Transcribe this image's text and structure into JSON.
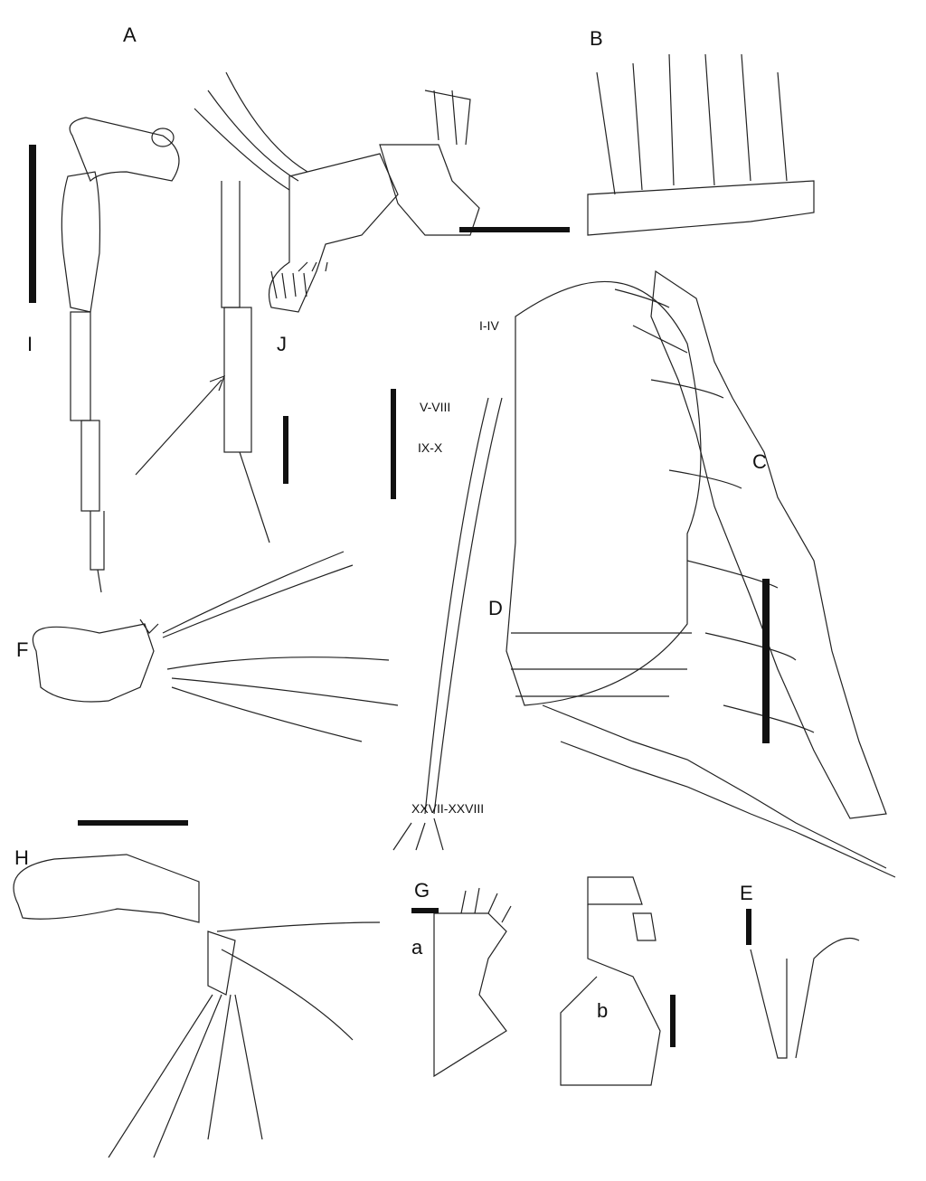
{
  "figure": {
    "panel_labels": {
      "A": "A",
      "B": "B",
      "C": "C",
      "D": "D",
      "E": "E",
      "F": "F",
      "G": "G",
      "H": "H",
      "I": "I",
      "J": "J",
      "a": "a",
      "b": "b"
    },
    "segment_labels": {
      "s1": "I-IV",
      "s2": "V-VIII",
      "s3": "IX-X",
      "s4": "XXVII-XXVIII"
    }
  }
}
